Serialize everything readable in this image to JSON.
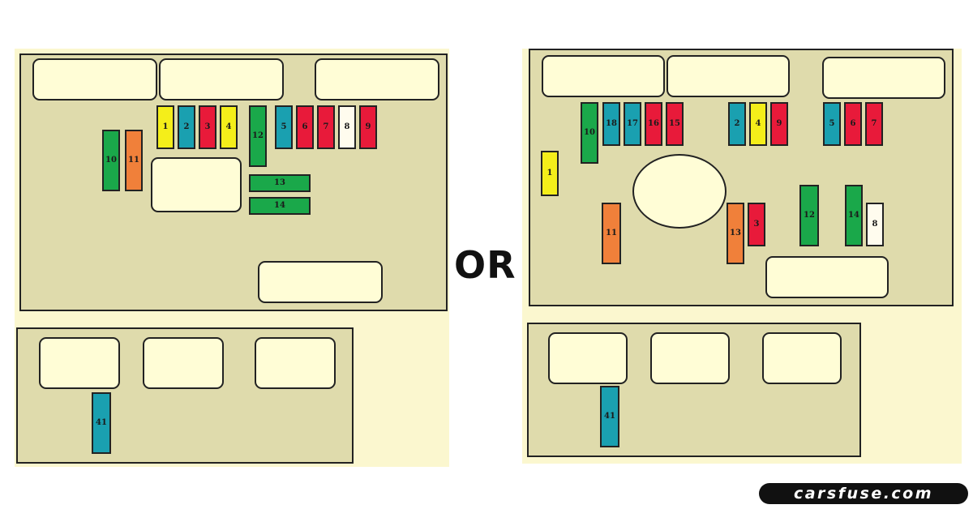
{
  "separator_text": "OR",
  "watermark": "carsfuse.com",
  "colors": {
    "yellow": "#f4ee1a",
    "blue": "#1aa0b0",
    "red": "#e81a3a",
    "green": "#1aa84a",
    "orange": "#f0803a",
    "white": "#fffcee",
    "panel": "#dfdbac",
    "relay": "#fffdd6"
  },
  "layout_a": {
    "fuses": [
      {
        "label": "1",
        "color": "yellow"
      },
      {
        "label": "2",
        "color": "blue"
      },
      {
        "label": "3",
        "color": "red"
      },
      {
        "label": "4",
        "color": "yellow"
      },
      {
        "label": "12",
        "color": "green"
      },
      {
        "label": "5",
        "color": "blue"
      },
      {
        "label": "6",
        "color": "red"
      },
      {
        "label": "7",
        "color": "red"
      },
      {
        "label": "8",
        "color": "white"
      },
      {
        "label": "9",
        "color": "red"
      },
      {
        "label": "10",
        "color": "green"
      },
      {
        "label": "11",
        "color": "orange"
      },
      {
        "label": "13",
        "color": "green"
      },
      {
        "label": "14",
        "color": "green"
      },
      {
        "label": "41",
        "color": "blue"
      }
    ]
  },
  "layout_b": {
    "fuses": [
      {
        "label": "10",
        "color": "green"
      },
      {
        "label": "18",
        "color": "blue"
      },
      {
        "label": "17",
        "color": "blue"
      },
      {
        "label": "16",
        "color": "red"
      },
      {
        "label": "15",
        "color": "red"
      },
      {
        "label": "2",
        "color": "blue"
      },
      {
        "label": "4",
        "color": "yellow"
      },
      {
        "label": "9",
        "color": "red"
      },
      {
        "label": "5",
        "color": "blue"
      },
      {
        "label": "6",
        "color": "red"
      },
      {
        "label": "7",
        "color": "red"
      },
      {
        "label": "1",
        "color": "yellow"
      },
      {
        "label": "11",
        "color": "orange"
      },
      {
        "label": "13",
        "color": "orange"
      },
      {
        "label": "3",
        "color": "red"
      },
      {
        "label": "12",
        "color": "green"
      },
      {
        "label": "14",
        "color": "green"
      },
      {
        "label": "8",
        "color": "white"
      },
      {
        "label": "41",
        "color": "blue"
      }
    ]
  }
}
